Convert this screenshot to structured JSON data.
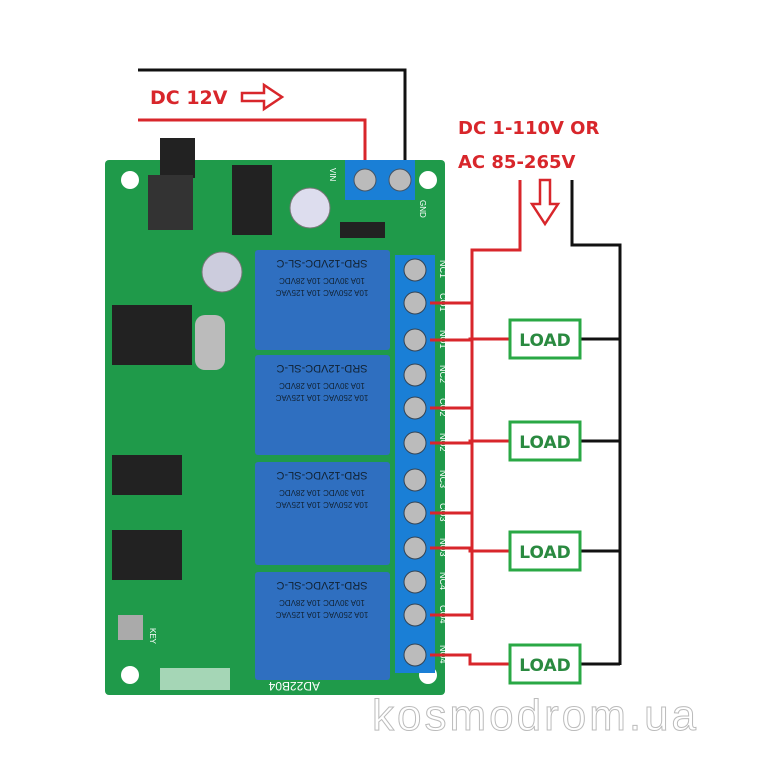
{
  "labels": {
    "dc_input": "DC 12V",
    "load_supply_line1": "DC 1-110V OR",
    "load_supply_line2": "AC 85-265V"
  },
  "loads": [
    "LOAD",
    "LOAD",
    "LOAD",
    "LOAD"
  ],
  "relays": [
    {
      "model": "SRD-12VDC-SL-C",
      "rating1": "10A 30VDC 10A 28VDC",
      "rating2": "10A 250VAC 10A 125VAC"
    },
    {
      "model": "SRD-12VDC-SL-C",
      "rating1": "10A 30VDC 10A 28VDC",
      "rating2": "10A 250VAC 10A 125VAC"
    },
    {
      "model": "SRD-12VDC-SL-C",
      "rating1": "10A 30VDC 10A 28VDC",
      "rating2": "10A 250VAC 10A 125VAC"
    },
    {
      "model": "SRD-12VDC-SL-C",
      "rating1": "10A 30VDC 10A 28VDC",
      "rating2": "10A 250VAC 10A 125VAC"
    }
  ],
  "terminals": {
    "power": [
      "VIN",
      "GND"
    ],
    "outputs": [
      "NC1",
      "CO1",
      "NO1",
      "NC2",
      "CO2",
      "NO2",
      "NC3",
      "CO3",
      "NO3",
      "NC4",
      "CO4",
      "NO4"
    ]
  },
  "board": {
    "model": "AD22B04",
    "key_label": "KEY"
  },
  "watermark": "kosmodrom.ua",
  "colors": {
    "wire_red": "#d8262b",
    "wire_black": "#111111",
    "pcb": "#1f9a4a",
    "relay": "#2f6fc0",
    "terminal": "#1a7fd6",
    "load_green": "#2aa845"
  }
}
